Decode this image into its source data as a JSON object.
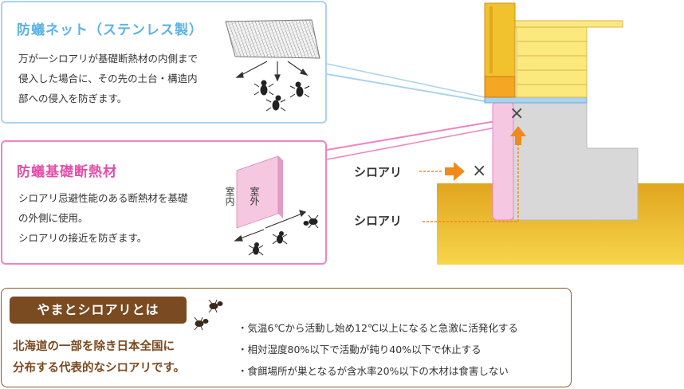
{
  "net_box": {
    "title": "防蟻ネット（ステンレス製）",
    "lines": [
      "万が一シロアリが基礎断熱材の内側まで",
      "侵入した場合に、その先の土台・構造内",
      "部への侵入を防ぎます。"
    ]
  },
  "insulation_box": {
    "title": "防蟻基礎断熱材",
    "lines": [
      "シロアリ忌避性能のある断熱材を基礎",
      "の外側に使用。",
      "シロアリの接近を防ぎます。"
    ],
    "indoor_label": "室内",
    "outdoor_label": "室外"
  },
  "diagram": {
    "termite_label_upper": "シロアリ",
    "termite_label_lower": "シロアリ",
    "cross_mark": "×",
    "colors": {
      "net_blue": "#a9d3ee",
      "insulation_pink": "#f6c7e1",
      "arrow_orange": "#f08a1c",
      "soil_gold": "#e1a51e",
      "concrete_gray": "#d8d8d8",
      "wall_yellow": "#fbe97e"
    }
  },
  "info_box": {
    "tag": "やまとシロアリとは",
    "subtitle_lines": [
      "北海道の一部を除き日本全国に",
      "分布する代表的なシロアリです。"
    ],
    "bullets": [
      "・気温6℃から活動し始め12℃以上になると急激に活発化する",
      "・相対湿度80%以下で活動が鈍り40%以下で休止する",
      "・食餌場所が巣となるが含水率20%以下の木材は食害しない"
    ]
  }
}
